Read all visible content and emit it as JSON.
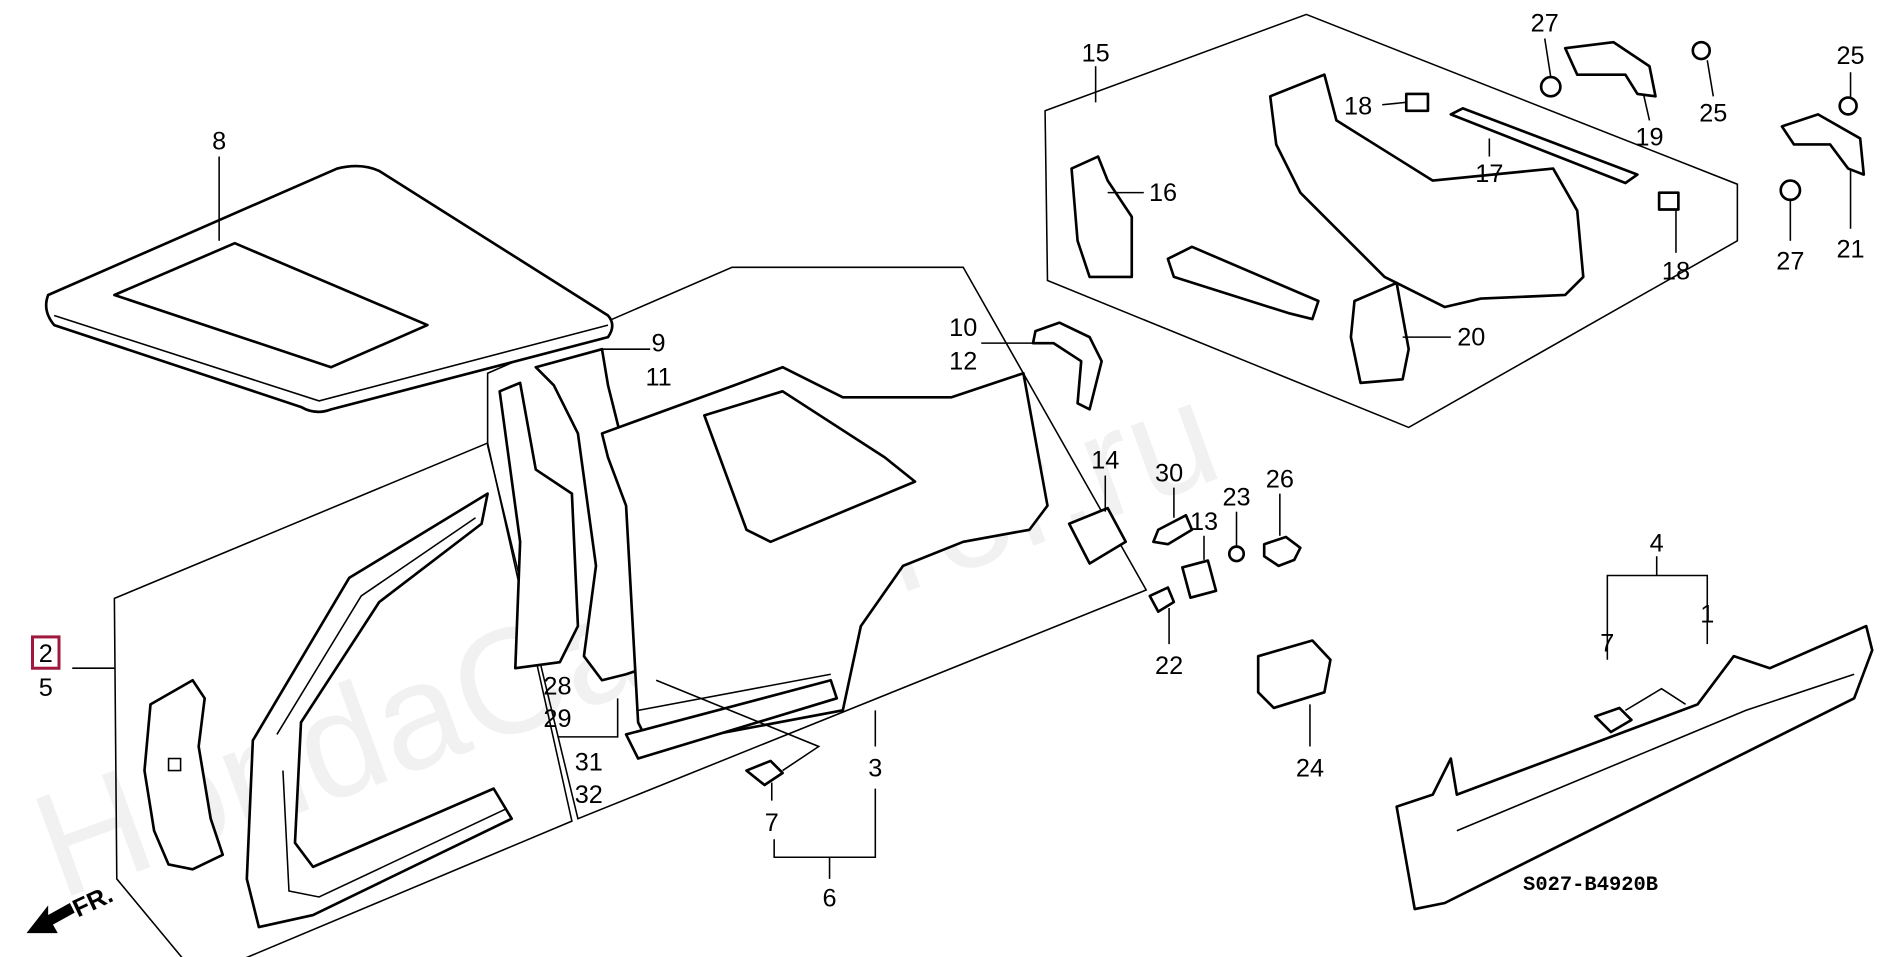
{
  "diagram": {
    "diagram_code": "S027-B4920B",
    "front_indicator": "FR.",
    "highlight_color": "#a0183c",
    "watermark": "HondaCarMirror.ru",
    "callouts": {
      "c1": "1",
      "c2": "2",
      "c3": "3",
      "c4": "4",
      "c5": "5",
      "c6": "6",
      "c7a": "7",
      "c7b": "7",
      "c8": "8",
      "c9": "9",
      "c10": "10",
      "c11": "11",
      "c12": "12",
      "c13": "13",
      "c14": "14",
      "c15": "15",
      "c16": "16",
      "c17": "17",
      "c18a": "18",
      "c18b": "18",
      "c19": "19",
      "c20": "20",
      "c21": "21",
      "c22": "22",
      "c23": "23",
      "c24": "24",
      "c25a": "25",
      "c25b": "25",
      "c26": "26",
      "c27a": "27",
      "c27b": "27",
      "c28": "28",
      "c29": "29",
      "c30": "30",
      "c31": "31",
      "c32": "32"
    }
  }
}
